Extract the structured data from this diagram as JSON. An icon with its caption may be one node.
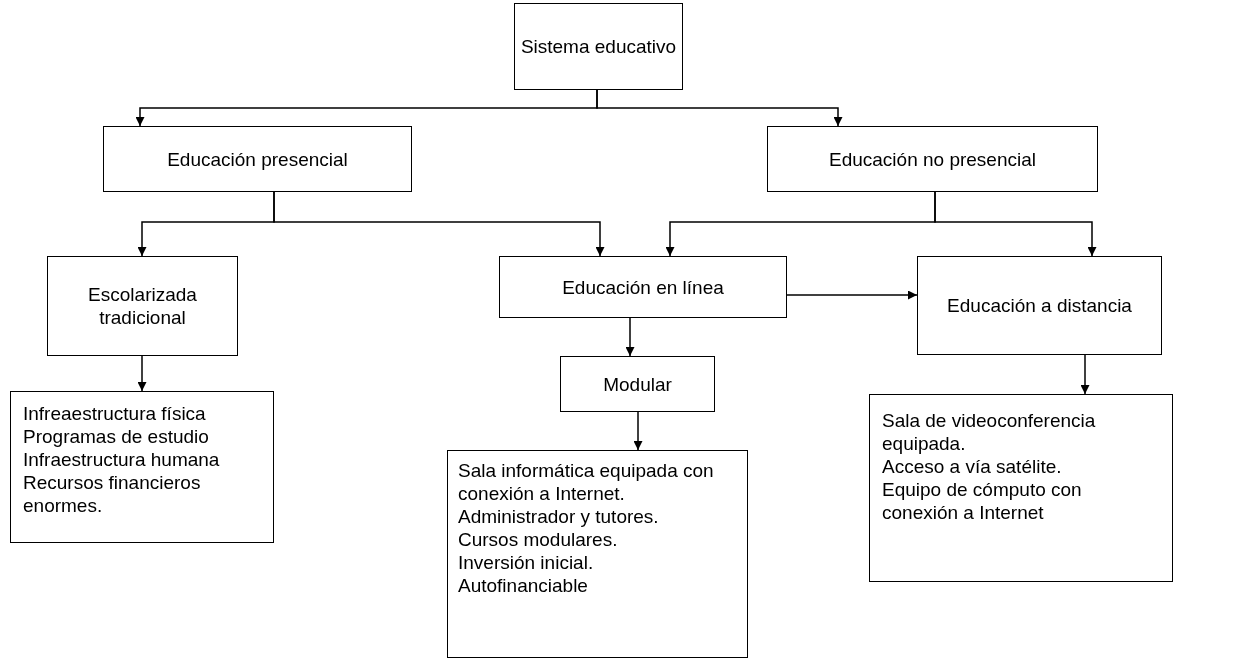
{
  "diagram": {
    "nodes": [
      {
        "text": [
          "Sistema educativo"
        ]
      },
      {
        "text": [
          "Educación presencial"
        ]
      },
      {
        "text": [
          "Educación no presencial"
        ]
      },
      {
        "text": [
          "Escolarizada tradicional"
        ]
      },
      {
        "text": [
          "Educación en línea"
        ]
      },
      {
        "text": [
          "Educación a distancia"
        ]
      },
      {
        "text": [
          "Infreaestructura física",
          "Programas de estudio",
          "Infraestructura humana",
          "Recursos financieros enormes."
        ]
      },
      {
        "text": [
          "Modular"
        ]
      },
      {
        "text": [
          "Sala informática equipada con conexión a Internet.",
          "Administrador y tutores.",
          "Cursos modulares.",
          "Inversión inicial.",
          "Autofinanciable"
        ]
      },
      {
        "text": [
          "Sala de videoconferencia equipada.",
          "Acceso a vía satélite.",
          "Equipo de cómputo con conexión a Internet"
        ]
      }
    ],
    "edges": [
      {
        "from": 0,
        "to": 1,
        "arrow": "to"
      },
      {
        "from": 0,
        "to": 2,
        "arrow": "to"
      },
      {
        "from": 1,
        "to": 3,
        "arrow": "to"
      },
      {
        "from": 1,
        "to": 4,
        "arrow": "to"
      },
      {
        "from": 2,
        "to": 4,
        "arrow": "to"
      },
      {
        "from": 2,
        "to": 5,
        "arrow": "to"
      },
      {
        "from": 4,
        "to": 5,
        "arrow": "to"
      },
      {
        "from": 4,
        "to": 7,
        "arrow": "to"
      },
      {
        "from": 7,
        "to": 8,
        "arrow": "to"
      },
      {
        "from": 3,
        "to": 6,
        "arrow": "to"
      },
      {
        "from": 5,
        "to": 9,
        "arrow": "to"
      }
    ]
  }
}
